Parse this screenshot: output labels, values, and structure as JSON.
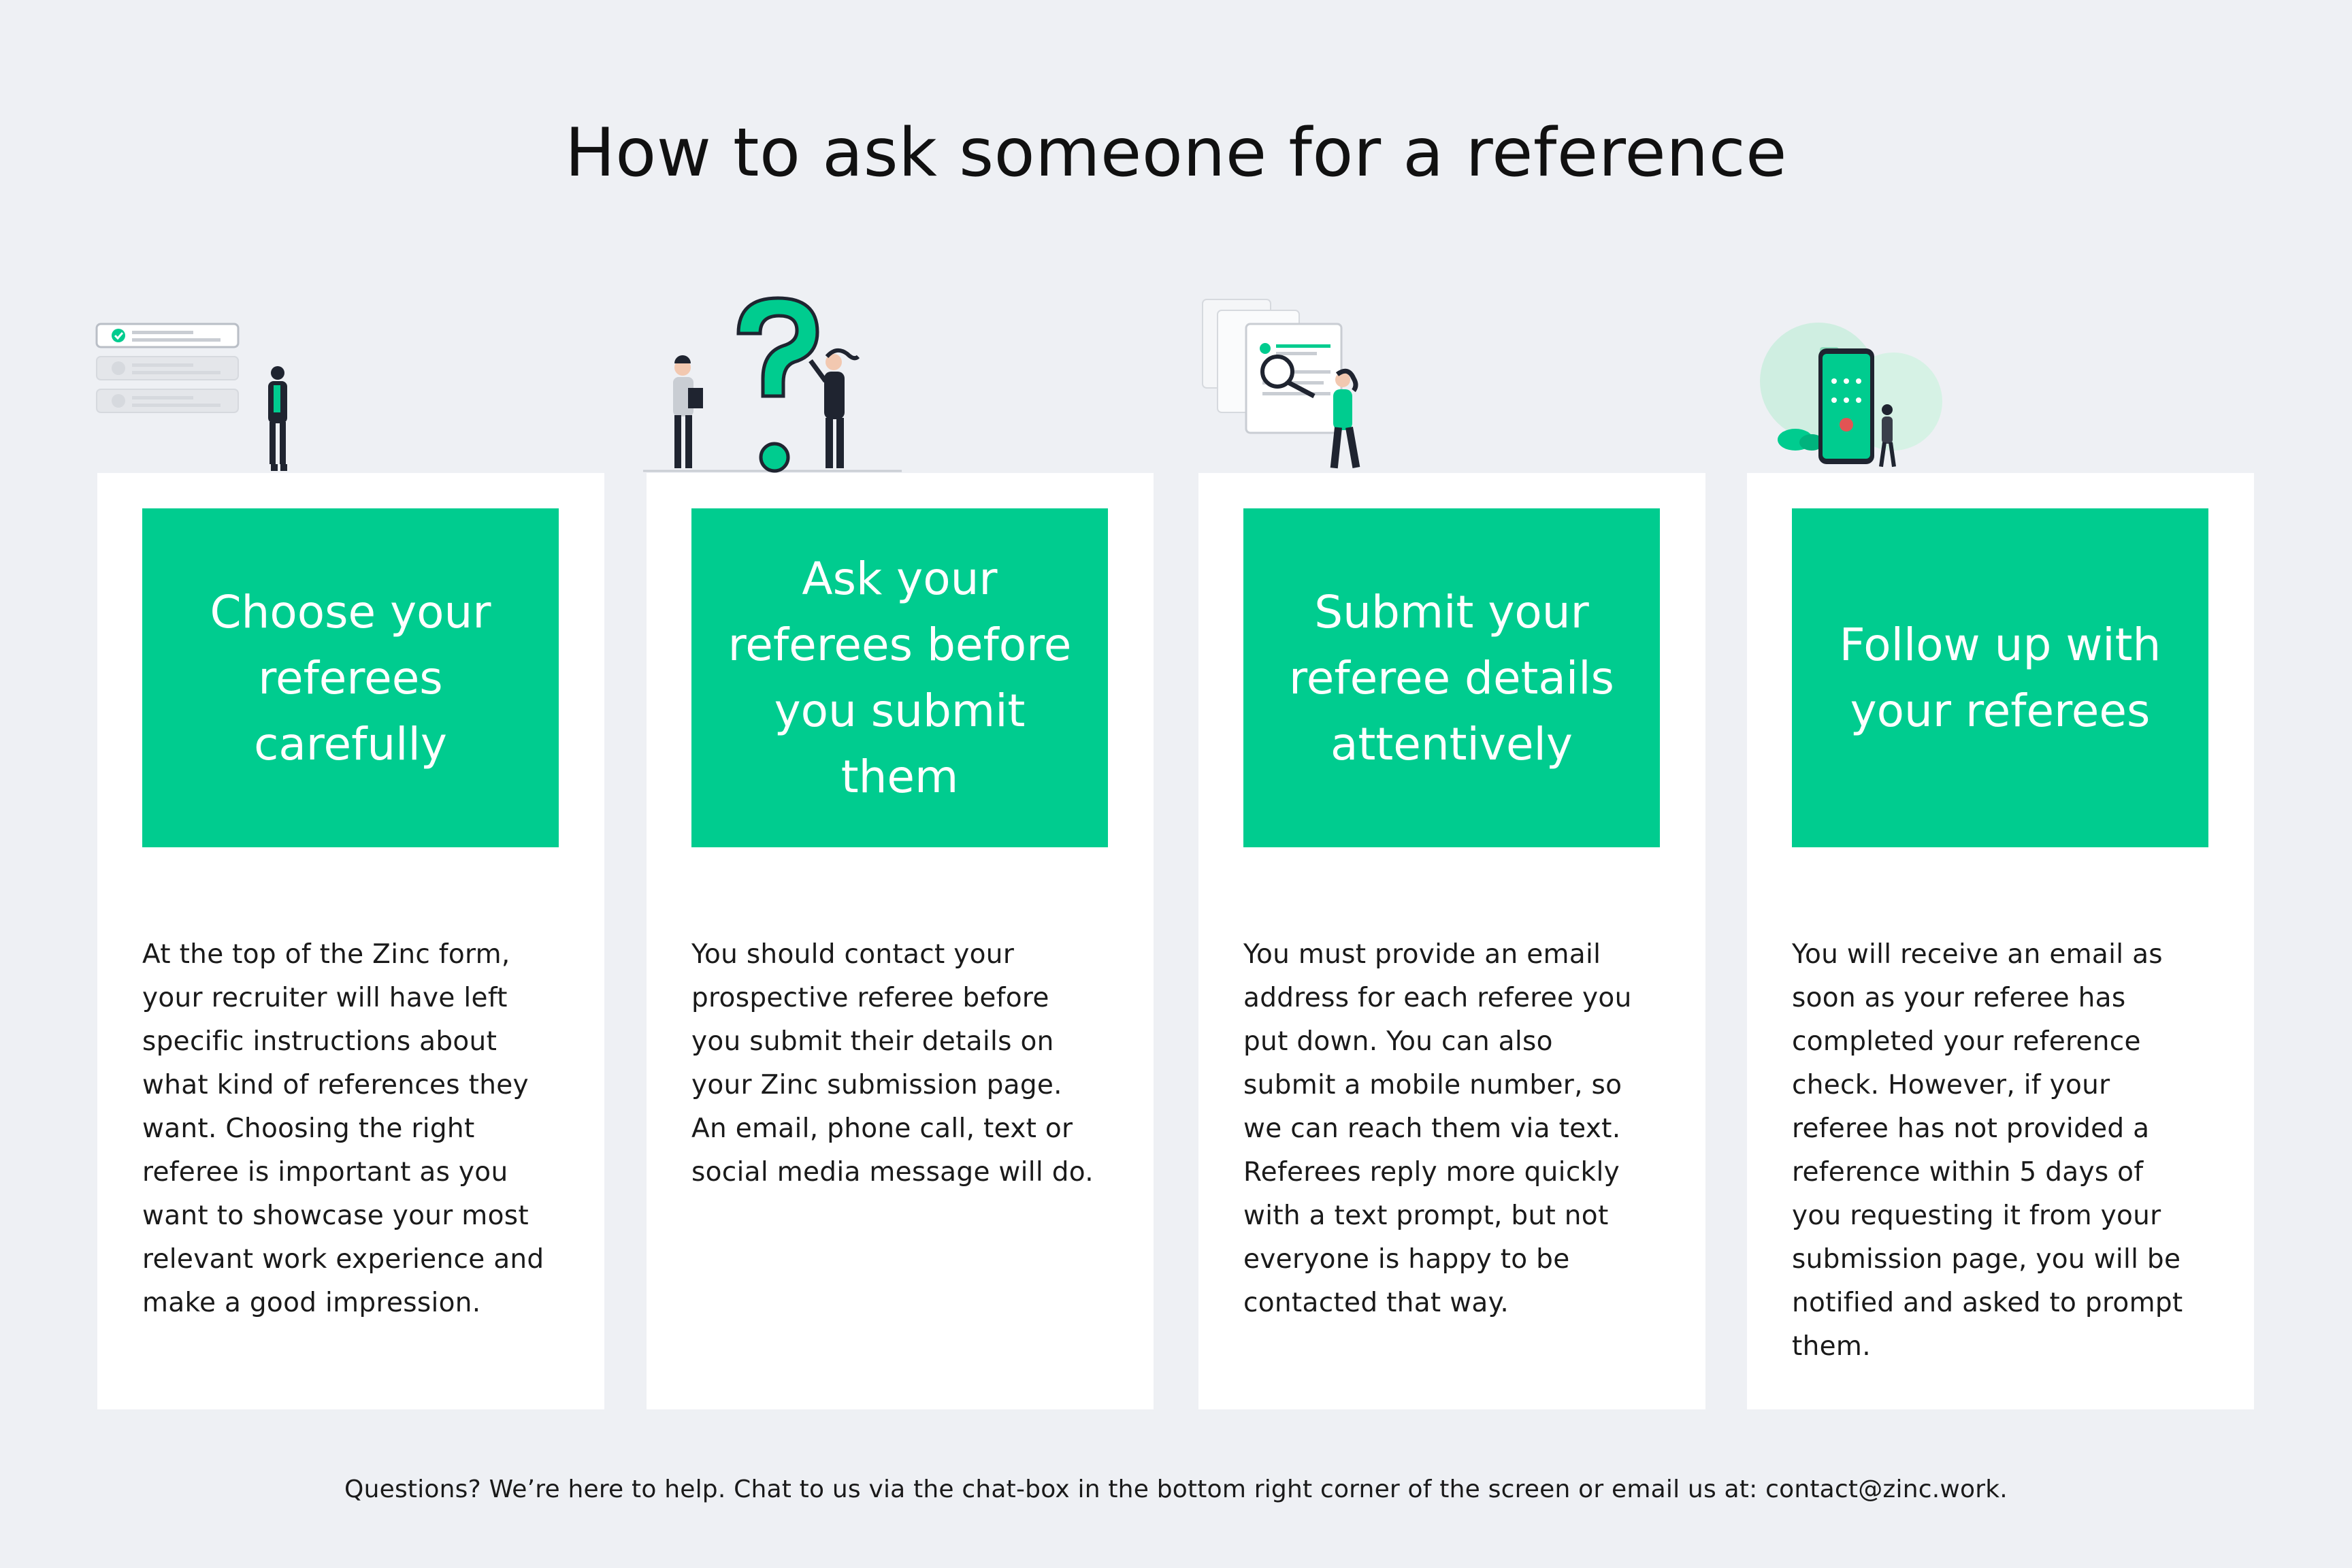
{
  "page": {
    "title": "How to ask someone for a reference",
    "accent_color": "#00cc8f",
    "background_color": "#eef0f4"
  },
  "cards": [
    {
      "illustration": "checklist-person-illustration",
      "heading": "Choose your referees carefully",
      "body": "At the top of the Zinc form, your recruiter will have left specific instructions about what kind of references they want. Choosing the right referee is important as you want to showcase your most relevant work experience and make a good impression."
    },
    {
      "illustration": "question-mark-people-illustration",
      "heading": "Ask your referees before you submit them",
      "body": "You should contact your prospective referee before you submit their details on your Zinc submission page. An email, phone call, text or social media message will do."
    },
    {
      "illustration": "magnifier-document-illustration",
      "heading": "Submit your referee details attentively",
      "body": "You must provide an email address for each referee you put down. You can also submit a mobile number, so we can reach them via text. Referees reply more quickly with a text prompt, but not everyone is happy to be contacted that way."
    },
    {
      "illustration": "phone-person-illustration",
      "heading": "Follow up with your referees",
      "body": "You will receive an email as soon as your referee has completed your reference check. However, if your referee has not provided a reference within 5 days of you requesting it from your submission page, you will be notified and asked to prompt them."
    }
  ],
  "footer": {
    "text": "Questions? We’re here to help. Chat to us via the chat-box in the bottom right corner of the screen or email us at: contact@zinc.work."
  }
}
